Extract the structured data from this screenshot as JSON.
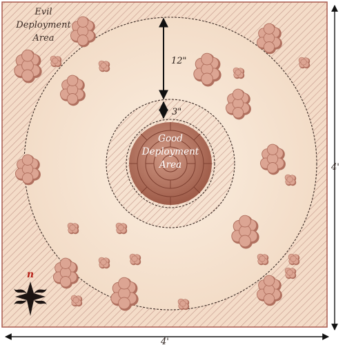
{
  "map": {
    "evil_label": [
      "Evil",
      "Deployment",
      "Area"
    ],
    "good_label": [
      "Good",
      "Deployment",
      "Area"
    ],
    "dim_outer": "12\"",
    "dim_inner": "3\"",
    "side_width": "4'",
    "side_height": "4'",
    "compass_letter": "n",
    "colors": {
      "parchment": "#f3dcc6",
      "parchment_light": "#fbeee0",
      "border_line": "#a8594c",
      "hatch": "#c79c8f",
      "tree_fill": "#dca593",
      "tree_shade": "#b0705f",
      "center_stone": "#b97560",
      "compass_red": "#b51e16"
    },
    "icons": [
      "compass-rose-icon",
      "tree-cluster-icon",
      "circular-stone-platform-icon",
      "double-arrow-icon"
    ]
  }
}
